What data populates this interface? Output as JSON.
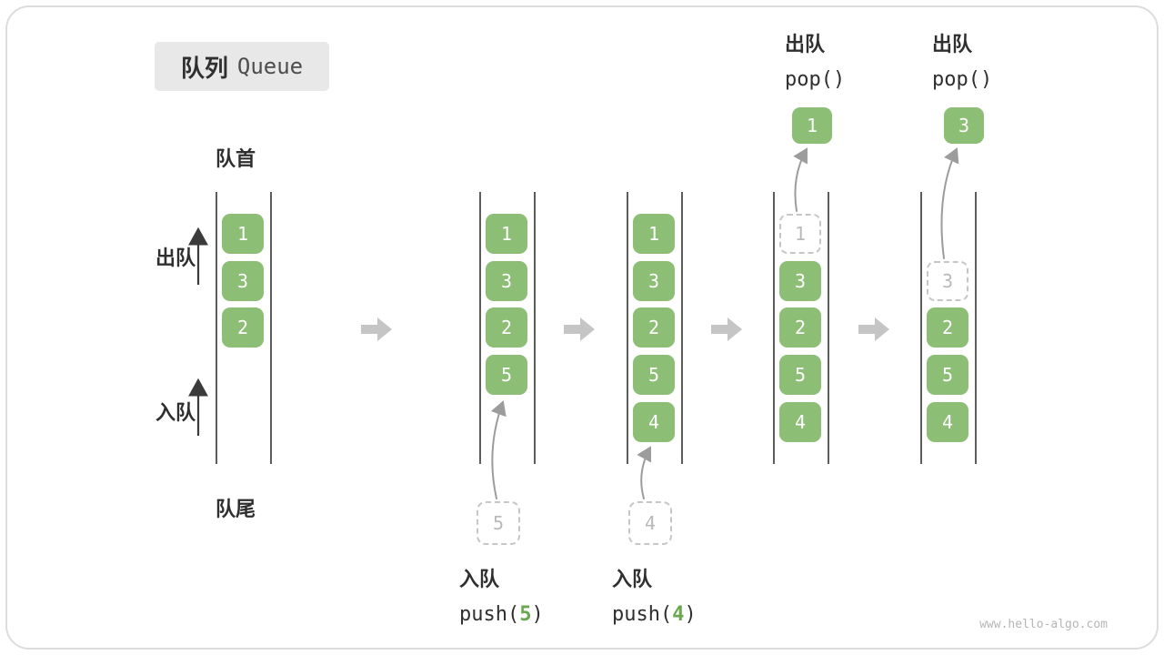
{
  "title": {
    "zh": "队列",
    "en": "Queue"
  },
  "labels": {
    "front": "队首",
    "rear": "队尾",
    "dequeue": "出队",
    "enqueue": "入队"
  },
  "operations": {
    "push5": {
      "label": "入队",
      "fn_open": "push(",
      "arg": "5",
      "fn_close": ")"
    },
    "push4": {
      "label": "入队",
      "fn_open": "push(",
      "arg": "4",
      "fn_close": ")"
    },
    "pop1": {
      "label": "出队",
      "code": "pop()"
    },
    "pop2": {
      "label": "出队",
      "code": "pop()"
    }
  },
  "queues": {
    "q1": {
      "items": [
        "1",
        "3",
        "2"
      ]
    },
    "q2": {
      "items": [
        "1",
        "3",
        "2",
        "5"
      ],
      "pending": "5"
    },
    "q3": {
      "items": [
        "1",
        "3",
        "2",
        "5",
        "4"
      ],
      "pending": "4"
    },
    "q4": {
      "removed": "1",
      "items": [
        "3",
        "2",
        "5",
        "4"
      ],
      "popped": "1"
    },
    "q5": {
      "removed": "3",
      "items": [
        "2",
        "5",
        "4"
      ],
      "popped": "3"
    }
  },
  "watermark": "www.hello-algo.com",
  "colors": {
    "green": "#8CBE76",
    "green_text": "#6aa84f",
    "dashed_border": "#c6c6c6",
    "block_arrow": "#c5c5c5",
    "curve_arrow": "#9c9c9c",
    "wall": "#5c5c5c"
  }
}
